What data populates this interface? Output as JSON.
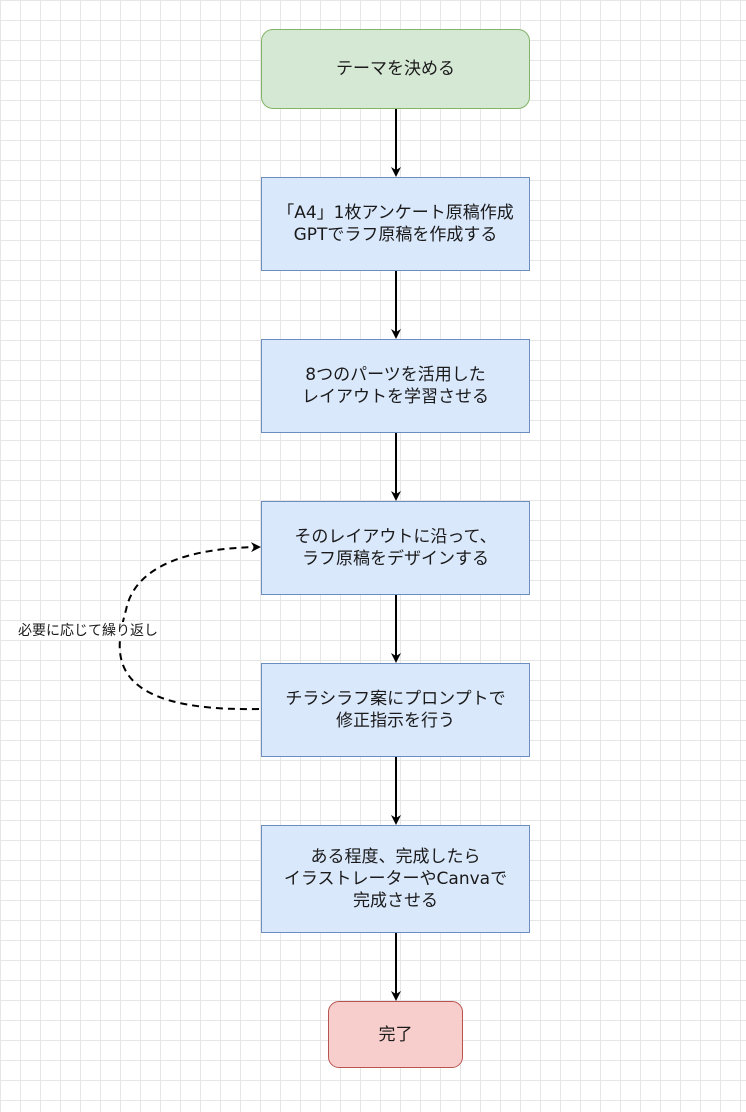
{
  "nodes": {
    "start": "テーマを決める",
    "step1": "「A4」1枚アンケート原稿作成\nGPTでラフ原稿を作成する",
    "step2": "8つのパーツを活用した\nレイアウトを学習させる",
    "step3": "そのレイアウトに沿って、\nラフ原稿をデザインする",
    "step4": "チラシラフ案にプロンプトで\n修正指示を行う",
    "step5": "ある程度、完成したら\nイラストレーターやCanvaで\n完成させる",
    "end": "完了"
  },
  "loop_label": "必要に応じて繰り返し",
  "colors": {
    "start_fill": "#d5e8d4",
    "start_stroke": "#82b366",
    "process_fill": "#dae8fc",
    "process_stroke": "#6c8ebf",
    "end_fill": "#f8cecc",
    "end_stroke": "#b85450",
    "edge": "#000000"
  }
}
